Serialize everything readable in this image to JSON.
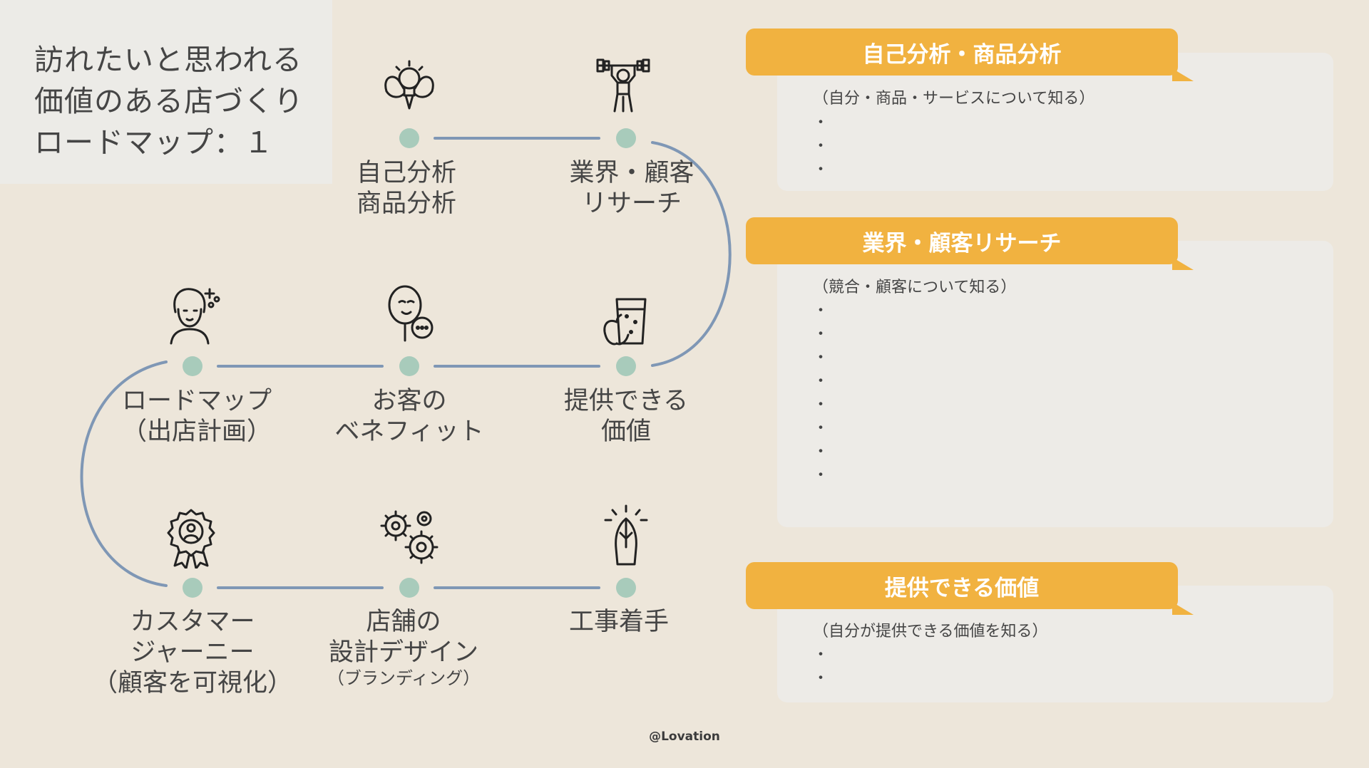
{
  "title": [
    "訪れたいと思われる",
    "価値のある店づくり",
    "ロードマップ：１"
  ],
  "nodes": [
    {
      "lines": [
        "自己分析",
        "商品分析"
      ],
      "icon": "lightbulb-muscle-icon"
    },
    {
      "lines": [
        "業界・顧客",
        "リサーチ"
      ],
      "icon": "weightlifter-icon"
    },
    {
      "lines": [
        "提供できる",
        "価値"
      ],
      "icon": "drink-fruit-icon"
    },
    {
      "lines": [
        "お客の",
        "ベネフィット"
      ],
      "icon": "mirror-chat-icon"
    },
    {
      "lines": [
        "ロードマップ",
        "（出店計画）"
      ],
      "icon": "woman-sparkle-icon"
    },
    {
      "lines": [
        "カスタマー",
        "ジャーニー",
        "（顧客を可視化）"
      ],
      "icon": "award-badge-icon"
    },
    {
      "lines": [
        "店舗の",
        "設計デザイン"
      ],
      "sub": "（ブランディング）",
      "icon": "gears-icon"
    },
    {
      "lines": [
        "工事着手"
      ],
      "icon": "hands-together-icon"
    }
  ],
  "panels": [
    {
      "header": "自己分析・商品分析",
      "sub": "（自分・商品・サービスについて知る）",
      "bullet_count": 3
    },
    {
      "header": "業界・顧客リサーチ",
      "sub": "（競合・顧客について知る）",
      "bullet_count": 8
    },
    {
      "header": "提供できる価値",
      "sub": "（自分が提供できる価値を知る）",
      "bullet_count": 2
    }
  ],
  "bullet_char": "・",
  "credit": "@Lovation",
  "colors": {
    "background": "#ede6da",
    "accent": "#f1b240",
    "connector": "#7f97b5",
    "dot": "#a8cbbb"
  }
}
